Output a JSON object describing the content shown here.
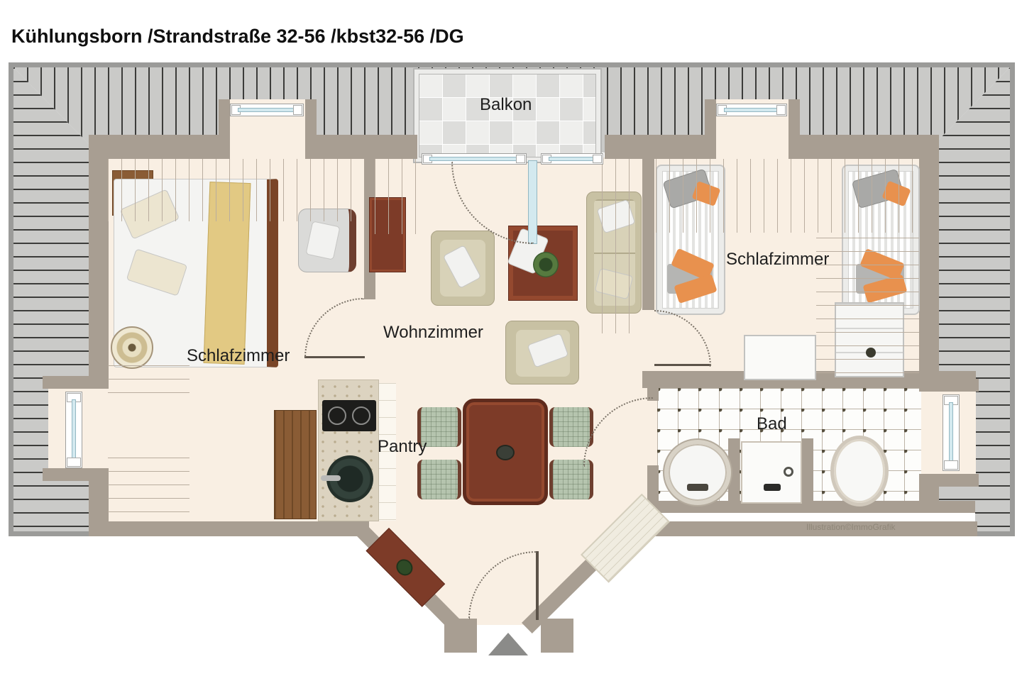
{
  "title": "Kühlungsborn /Strandstraße 32-56 /kbst32-56 /DG",
  "watermark": "Illustration©ImmoGrafik",
  "rooms": {
    "balcony": "Balkon",
    "bedroom_left": "Schlafzimmer",
    "living_room": "Wohnzimmer",
    "bedroom_right": "Schlafzimmer",
    "pantry": "Pantry",
    "bathroom": "Bad"
  },
  "colors": {
    "roof_tile_gray": "#cacac8",
    "roof_line_dark": "#3c3c3a",
    "wall_taupe": "#a89e92",
    "floor_cream": "#f9efe3",
    "wood_dark": "#7d3b28",
    "sofa_beige": "#c8c1a3",
    "pillow_orange": "#e8914e",
    "window_blue": "#d3e9ef"
  }
}
